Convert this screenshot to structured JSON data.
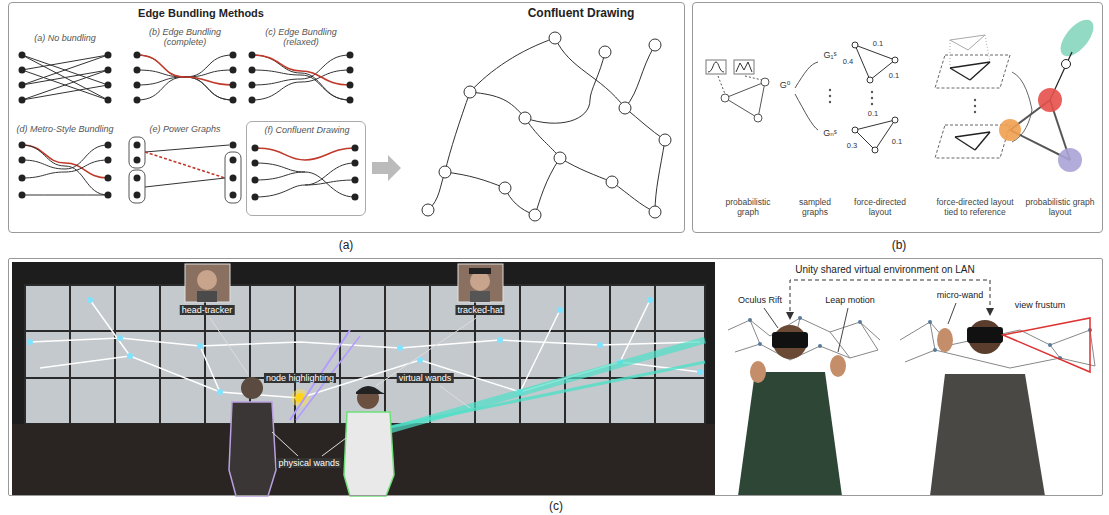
{
  "diagram": {
    "nodes": [
      {
        "text": [
          "Edge Bundling Methods",
          "Confluent Drawing",
          "(a)"
        ]
      },
      {
        "text": [
          "(f) Confluent Drawing"
        ],
        "in": 0
      },
      {
        "text": [
          "(b)"
        ]
      },
      {
        "text": [
          "(c)"
        ]
      }
    ],
    "labels": [
      "(a) No bundling",
      "(b) Edge Bundling (complete)",
      "(c) Edge Bundling (relaxed)",
      "(d) Metro-Style Bundling",
      "(e) Power Graphs",
      "G⁰",
      "G₁ˢ",
      "Gₙˢ",
      "0.4",
      "0.1",
      "0.1",
      "0.1",
      "0.3",
      "0.1",
      "probabilistic graph",
      "sampled graphs",
      "force-directed layout",
      "force-directed layout tied to reference",
      "probabilistic graph layout",
      "head-tracker",
      "tracked-hat",
      "node highlighting",
      "virtual wands",
      "physical wands",
      "Unity shared virtual environment on LAN",
      "Oculus Rift",
      "Leap motion",
      "micro-wand",
      "view frustum"
    ]
  }
}
